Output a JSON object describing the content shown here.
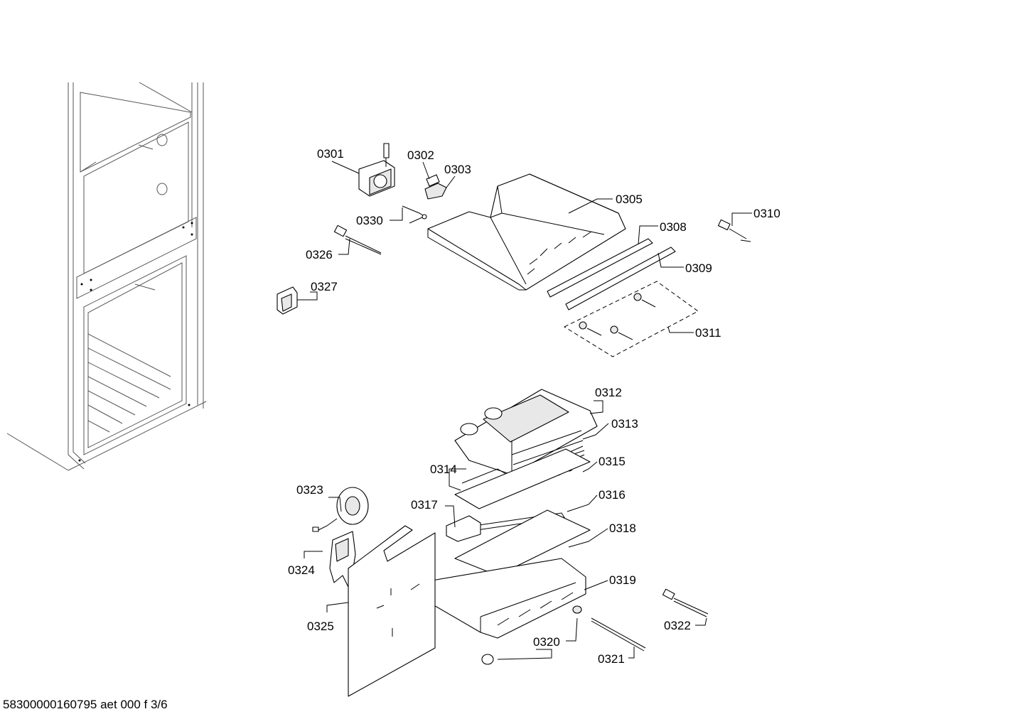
{
  "callouts": [
    {
      "id": "0301",
      "label": "0301"
    },
    {
      "id": "0302",
      "label": "0302"
    },
    {
      "id": "0303",
      "label": "0303"
    },
    {
      "id": "0305",
      "label": "0305"
    },
    {
      "id": "0308",
      "label": "0308"
    },
    {
      "id": "0309",
      "label": "0309"
    },
    {
      "id": "0310",
      "label": "0310"
    },
    {
      "id": "0311",
      "label": "0311"
    },
    {
      "id": "0312",
      "label": "0312"
    },
    {
      "id": "0313",
      "label": "0313"
    },
    {
      "id": "0314",
      "label": "0314"
    },
    {
      "id": "0315",
      "label": "0315"
    },
    {
      "id": "0316",
      "label": "0316"
    },
    {
      "id": "0317",
      "label": "0317"
    },
    {
      "id": "0318",
      "label": "0318"
    },
    {
      "id": "0319",
      "label": "0319"
    },
    {
      "id": "0320",
      "label": "0320"
    },
    {
      "id": "0321",
      "label": "0321"
    },
    {
      "id": "0322",
      "label": "0322"
    },
    {
      "id": "0323",
      "label": "0323"
    },
    {
      "id": "0324",
      "label": "0324"
    },
    {
      "id": "0325",
      "label": "0325"
    },
    {
      "id": "0326",
      "label": "0326"
    },
    {
      "id": "0327",
      "label": "0327"
    },
    {
      "id": "0330",
      "label": "0330"
    }
  ],
  "footer": {
    "document_code": "58300000160795 aet 000 f 3/6"
  }
}
